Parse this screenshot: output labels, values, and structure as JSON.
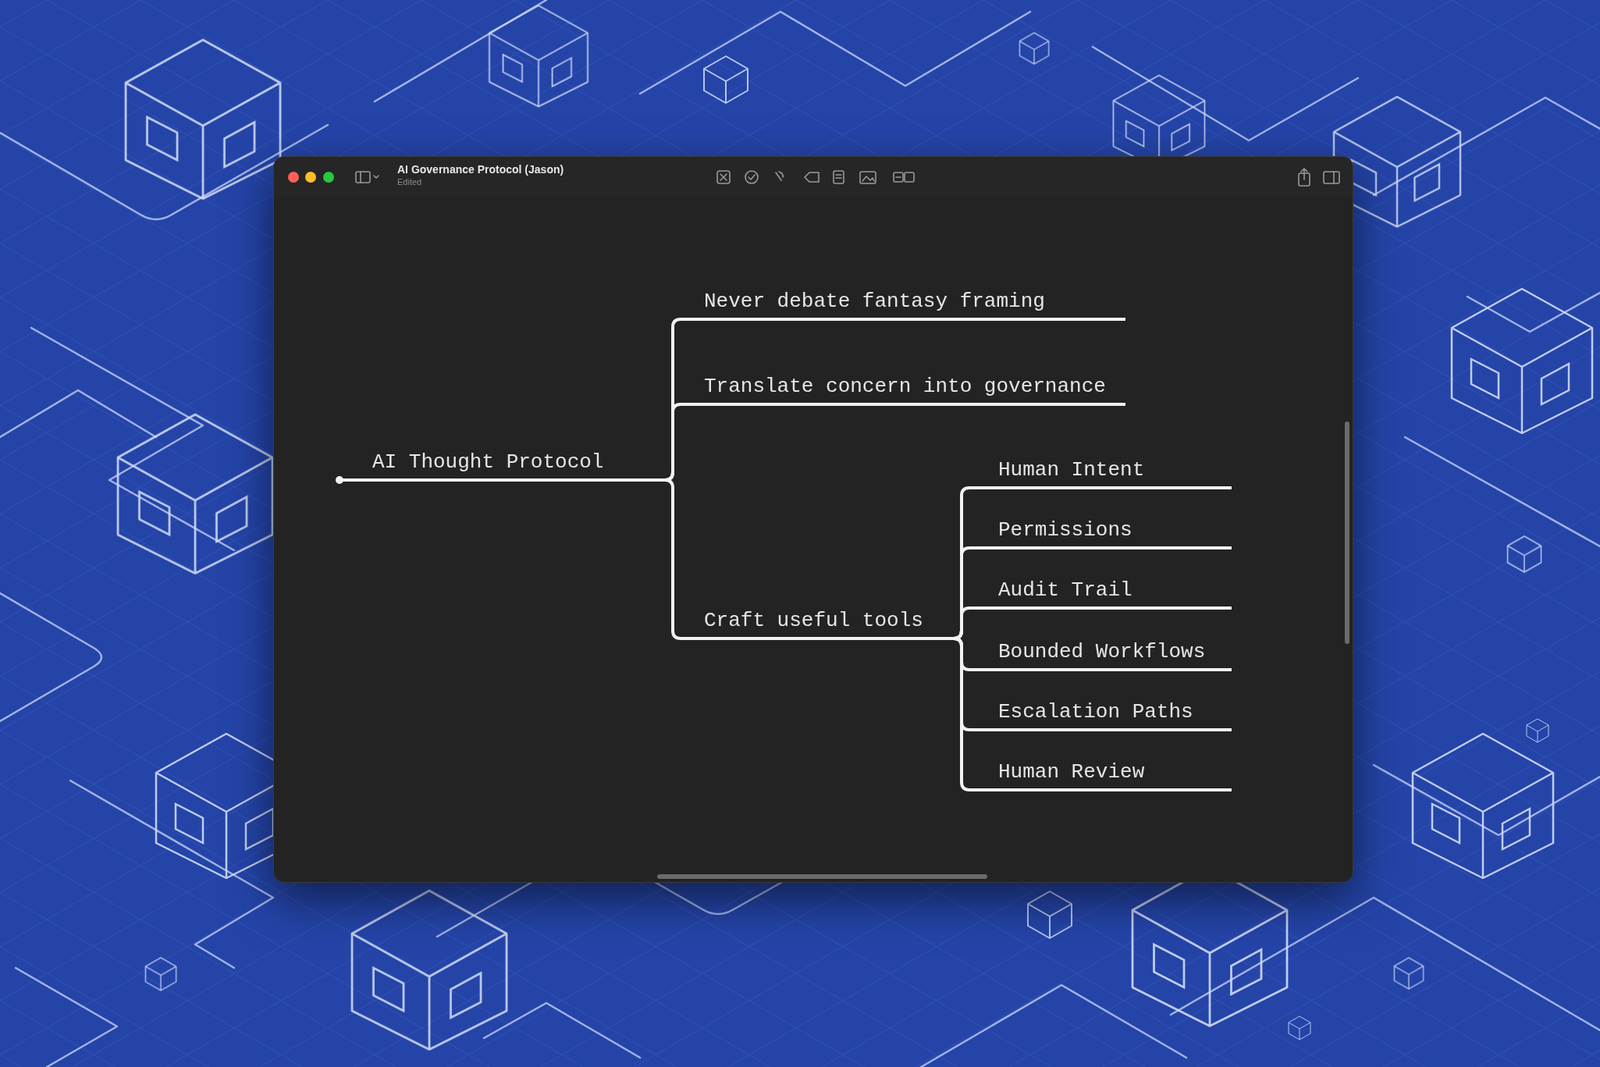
{
  "diagram": {
    "title": "AI Governance Protocol (Jason)",
    "nodes": [
      {
        "text": [
          "AI Thought Protocol"
        ]
      },
      {
        "text": [
          "Never debate fantasy framing"
        ]
      },
      {
        "text": [
          "Translate concern into governance"
        ]
      },
      {
        "text": [
          "Craft useful tools"
        ]
      },
      {
        "text": [
          "Human Intent"
        ]
      },
      {
        "text": [
          "Permissions"
        ]
      },
      {
        "text": [
          "Audit Trail"
        ]
      },
      {
        "text": [
          "Bounded Workflows"
        ]
      },
      {
        "text": [
          "Escalation Paths"
        ]
      },
      {
        "text": [
          "Human Review"
        ]
      }
    ],
    "edges": [
      {
        "from": 0,
        "to": 1,
        "arrow": "none"
      },
      {
        "from": 0,
        "to": 2,
        "arrow": "none"
      },
      {
        "from": 0,
        "to": 3,
        "arrow": "none"
      },
      {
        "from": 3,
        "to": 4,
        "arrow": "none"
      },
      {
        "from": 3,
        "to": 5,
        "arrow": "none"
      },
      {
        "from": 3,
        "to": 6,
        "arrow": "none"
      },
      {
        "from": 3,
        "to": 7,
        "arrow": "none"
      },
      {
        "from": 3,
        "to": 8,
        "arrow": "none"
      },
      {
        "from": 3,
        "to": 9,
        "arrow": "none"
      }
    ],
    "labels": [
      "Edited"
    ]
  }
}
